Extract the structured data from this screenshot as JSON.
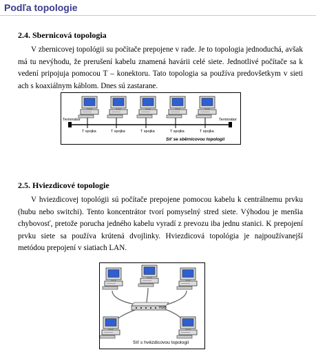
{
  "page": {
    "title": "Podľa topologie"
  },
  "section1": {
    "heading": "2.4. Sbernicová topologia",
    "paragraph": "V zbernicovej topológii su počítače prepojene v rade. Je to topologia jednoduchá, avšak má tu nevýhodu, že prerušení kabelu znamená havárii celé siete. Jednotlivé počítače sa k vedení pripojuja pomocou T – konektoru. Tato topologia sa používa predovšetkym v sieti ach s koaxiálnym káblom. Dnes sú zastarane.",
    "figure": {
      "terminator_left": "Terminátor",
      "terminator_right": "Terminátor",
      "t_labels": [
        "T spojka",
        "T spojka",
        "T spojka",
        "T spojka",
        "T spojka"
      ],
      "caption": "Síť se sběrnicovou topologií"
    }
  },
  "section2": {
    "heading": "2.5. Hviezdicové topologie",
    "paragraph": "V hviezdicovej topológii sú počítače prepojene pomocou kabelu k centrálnemu prvku (hubu nebo switchi). Tento koncentrátor tvorí pomyselný stred siete. Výhodou je menšia chybovosť, pretože porucha jedného kabelu vyradí z prevozu iba jednu stanici. K prepojení prvku siete sa používa krútená dvojlinky. Hviezdicová topológia je najpoužívanejší metódou prepojení v siatiach LAN.",
    "figure": {
      "hub_label": "HUB",
      "caption": "Síť s hvězdicovou topologií"
    }
  }
}
